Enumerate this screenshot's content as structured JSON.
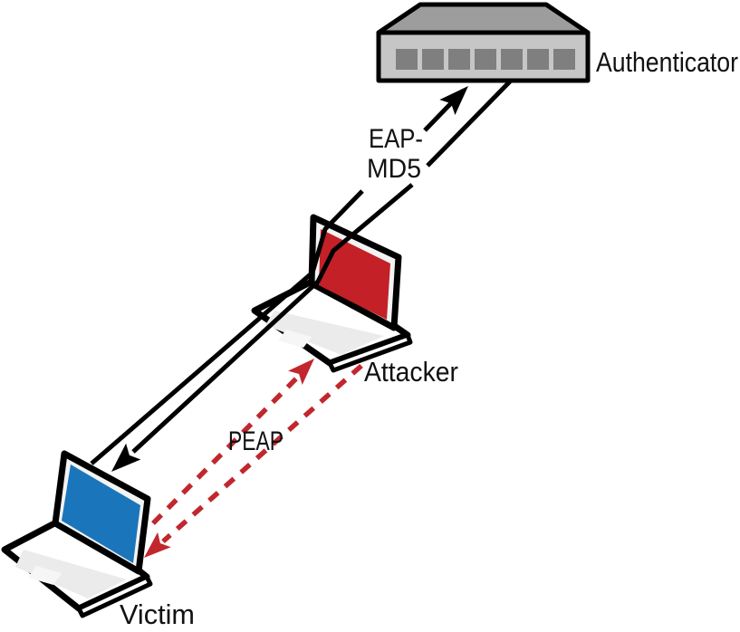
{
  "diagram_type": "network-attack-relay-diagram",
  "background_color": "#ffffff",
  "nodes": {
    "authenticator": {
      "label": "Authenticator",
      "type": "network-switch",
      "front_color": "#c6c6c6",
      "top_color": "#9d9d9d",
      "port_color": "#7f7f7f",
      "port_count": 7,
      "outline_color": "#000000"
    },
    "attacker": {
      "label": "Attacker",
      "type": "laptop",
      "screen_color": "#c32127",
      "body_color": "#ffffff",
      "keyboard_color": "#ebebeb",
      "trackpad_color": "#f6f6f6",
      "outline_color": "#000000"
    },
    "victim": {
      "label": "Victim",
      "type": "laptop",
      "screen_color": "#1b75bb",
      "body_color": "#ffffff",
      "keyboard_color": "#ebebeb",
      "trackpad_color": "#f6f6f6",
      "outline_color": "#000000"
    }
  },
  "links": {
    "eap_md5": {
      "label_line1": "EAP-",
      "label_line2": "MD5",
      "from": "victim",
      "to": "authenticator",
      "bidirectional": true,
      "style": "solid",
      "color": "#000000"
    },
    "peap": {
      "label": "PEAP",
      "from": "attacker",
      "to": "victim",
      "bidirectional": true,
      "style": "dashed",
      "color": "#c1272d"
    }
  }
}
